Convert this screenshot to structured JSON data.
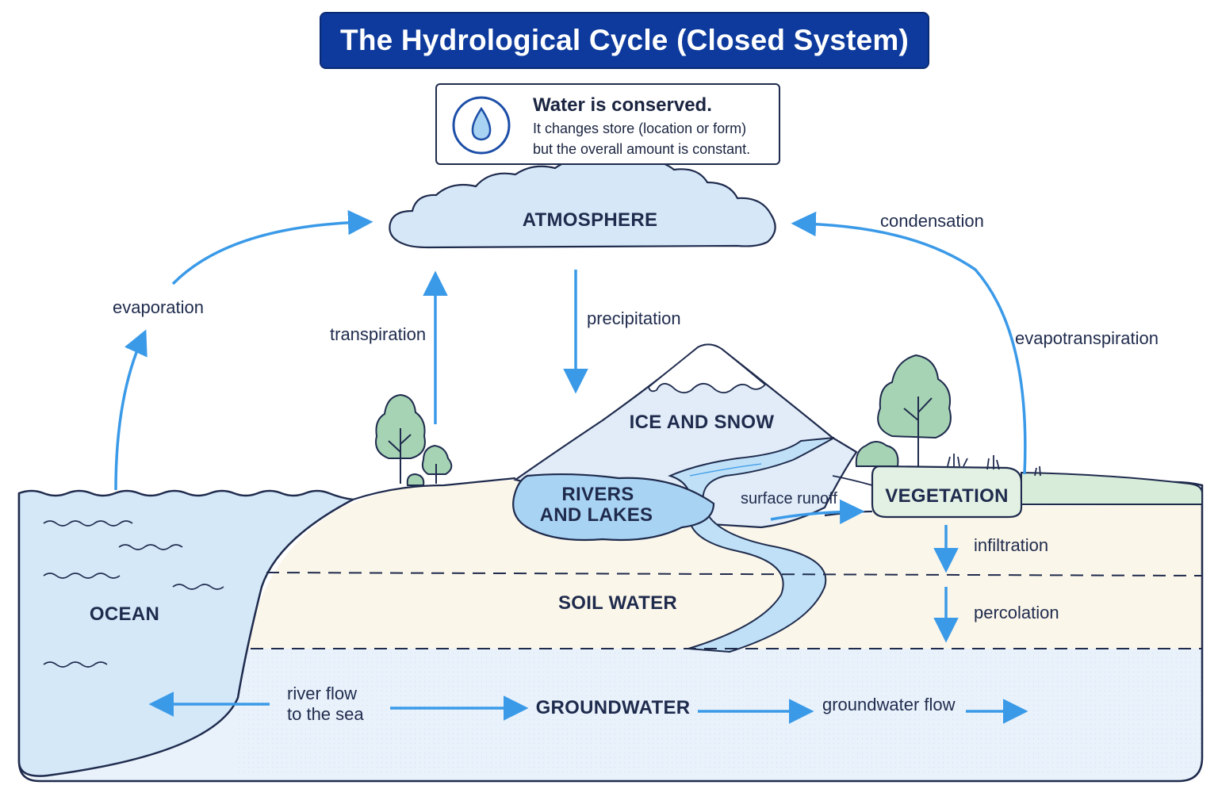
{
  "title": "The Hydrological Cycle (Closed System)",
  "note": {
    "heading": "Water is conserved.",
    "line1": "It changes store (location or form)",
    "line2": "but the overall amount is constant.",
    "icon": "water-drop-icon"
  },
  "stores": {
    "atmosphere": "ATMOSPHERE",
    "ice_snow": "ICE AND SNOW",
    "rivers_lakes_1": "RIVERS",
    "rivers_lakes_2": "AND LAKES",
    "vegetation": "VEGETATION",
    "ocean": "OCEAN",
    "soil_water": "SOIL WATER",
    "groundwater": "GROUNDWATER"
  },
  "processes": {
    "evaporation": "evaporation",
    "transpiration": "transpiration",
    "precipitation": "precipitation",
    "condensation": "condensation",
    "evapotranspiration": "evapotranspiration",
    "surface_runoff": "surface runoff",
    "infiltration": "infiltration",
    "percolation": "percolation",
    "river_flow_1": "river flow",
    "river_flow_2": "to the sea",
    "groundwater_flow": "groundwater flow"
  },
  "colors": {
    "title_bg": "#0d3a9c",
    "outline": "#1f2b4d",
    "arrow": "#3a9ae8",
    "ocean": "#d4e8f8",
    "soil": "#fbf6ea",
    "groundwater": "#e9f2fb",
    "cloud": "#d6e8f8",
    "lake": "#a9d3f3",
    "vegetation": "#e3f1e4",
    "tree": "#a6d3b4"
  }
}
